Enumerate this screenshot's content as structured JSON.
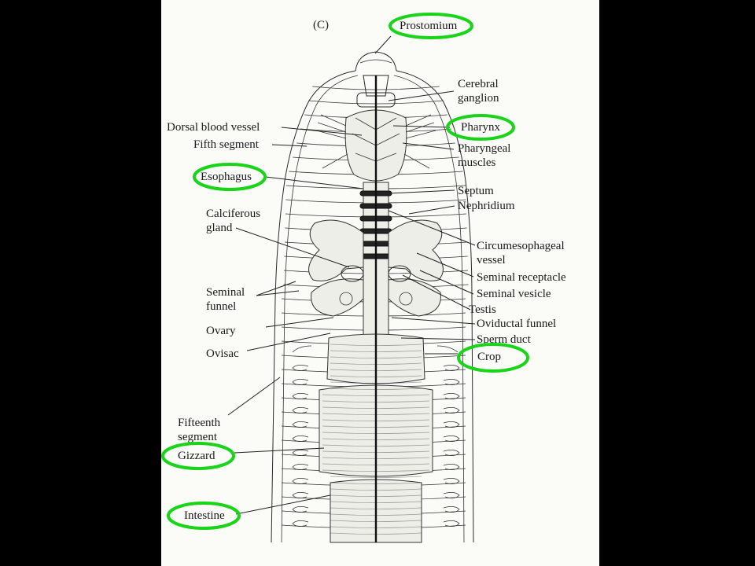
{
  "figure": {
    "panel_letter": "(C)",
    "labels": {
      "prostomium": "Prostomium",
      "cerebral_ganglion_1": "Cerebral",
      "cerebral_ganglion_2": "ganglion",
      "dorsal_blood_vessel": "Dorsal blood vessel",
      "fifth_segment": "Fifth segment",
      "pharynx": "Pharynx",
      "pharyngeal_muscles_1": "Pharyngeal",
      "pharyngeal_muscles_2": "muscles",
      "esophagus": "Esophagus",
      "septum": "Septum",
      "nephridium": "Nephridium",
      "calciferous_gland_1": "Calciferous",
      "calciferous_gland_2": "gland",
      "circumesophageal_1": "Circumesophageal",
      "circumesophageal_2": "vessel",
      "seminal_receptacle": "Seminal receptacle",
      "seminal_funnel_1": "Seminal",
      "seminal_funnel_2": "funnel",
      "seminal_vesicle": "Seminal vesicle",
      "testis": "Testis",
      "ovary": "Ovary",
      "oviductal_funnel": "Oviductal funnel",
      "ovisac": "Ovisac",
      "sperm_duct": "Sperm duct",
      "crop": "Crop",
      "fifteenth_segment_1": "Fifteenth",
      "fifteenth_segment_2": "segment",
      "gizzard": "Gizzard",
      "intestine": "Intestine"
    },
    "highlight_color": "#19d419"
  }
}
